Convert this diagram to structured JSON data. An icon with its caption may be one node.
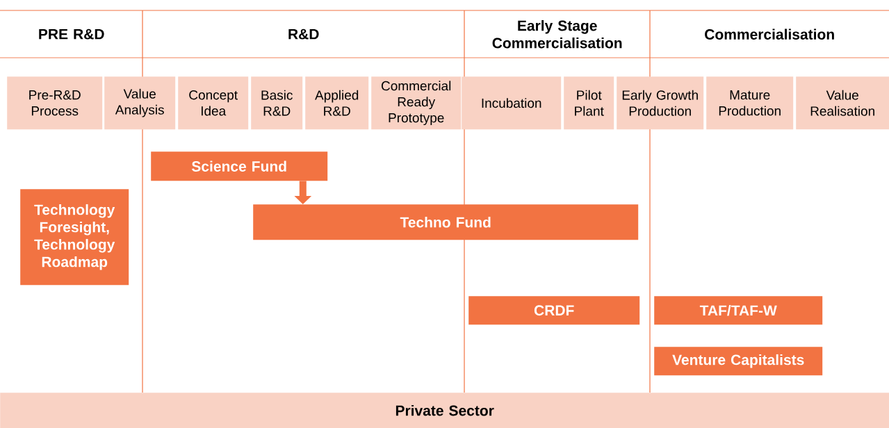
{
  "diagram": {
    "nodes": [
      {
        "text": [
          "PRE R&D"
        ]
      },
      {
        "text": [
          "R&D"
        ]
      },
      {
        "text": [
          "Early Stage Commercialisation"
        ]
      },
      {
        "text": [
          "Commercialisation"
        ]
      },
      {
        "text": [
          "Pre-R&D Process"
        ]
      },
      {
        "text": [
          "Value Analysis"
        ]
      },
      {
        "text": [
          "Concept Idea"
        ]
      },
      {
        "text": [
          "Basic R&D"
        ]
      },
      {
        "text": [
          "Applied R&D"
        ]
      },
      {
        "text": [
          "Commercial Ready Prototype"
        ]
      },
      {
        "text": [
          "Incubation"
        ]
      },
      {
        "text": [
          "Pilot Plant"
        ]
      },
      {
        "text": [
          "Early Growth Production"
        ]
      },
      {
        "text": [
          "Mature Production"
        ]
      },
      {
        "text": [
          "Value Realisation"
        ]
      },
      {
        "text": [
          "Science Fund"
        ]
      },
      {
        "text": [
          "Techno Fund"
        ]
      },
      {
        "text": [
          "Technology Foresight, Technology Roadmap"
        ]
      },
      {
        "text": [
          "CRDF"
        ]
      },
      {
        "text": [
          "TAF/TAF-W"
        ]
      },
      {
        "text": [
          "Venture Capitalists"
        ]
      },
      {
        "text": [
          "Private Sector"
        ]
      }
    ],
    "edges": [
      {
        "from": 15,
        "to": 16,
        "arrow": "to"
      }
    ]
  }
}
